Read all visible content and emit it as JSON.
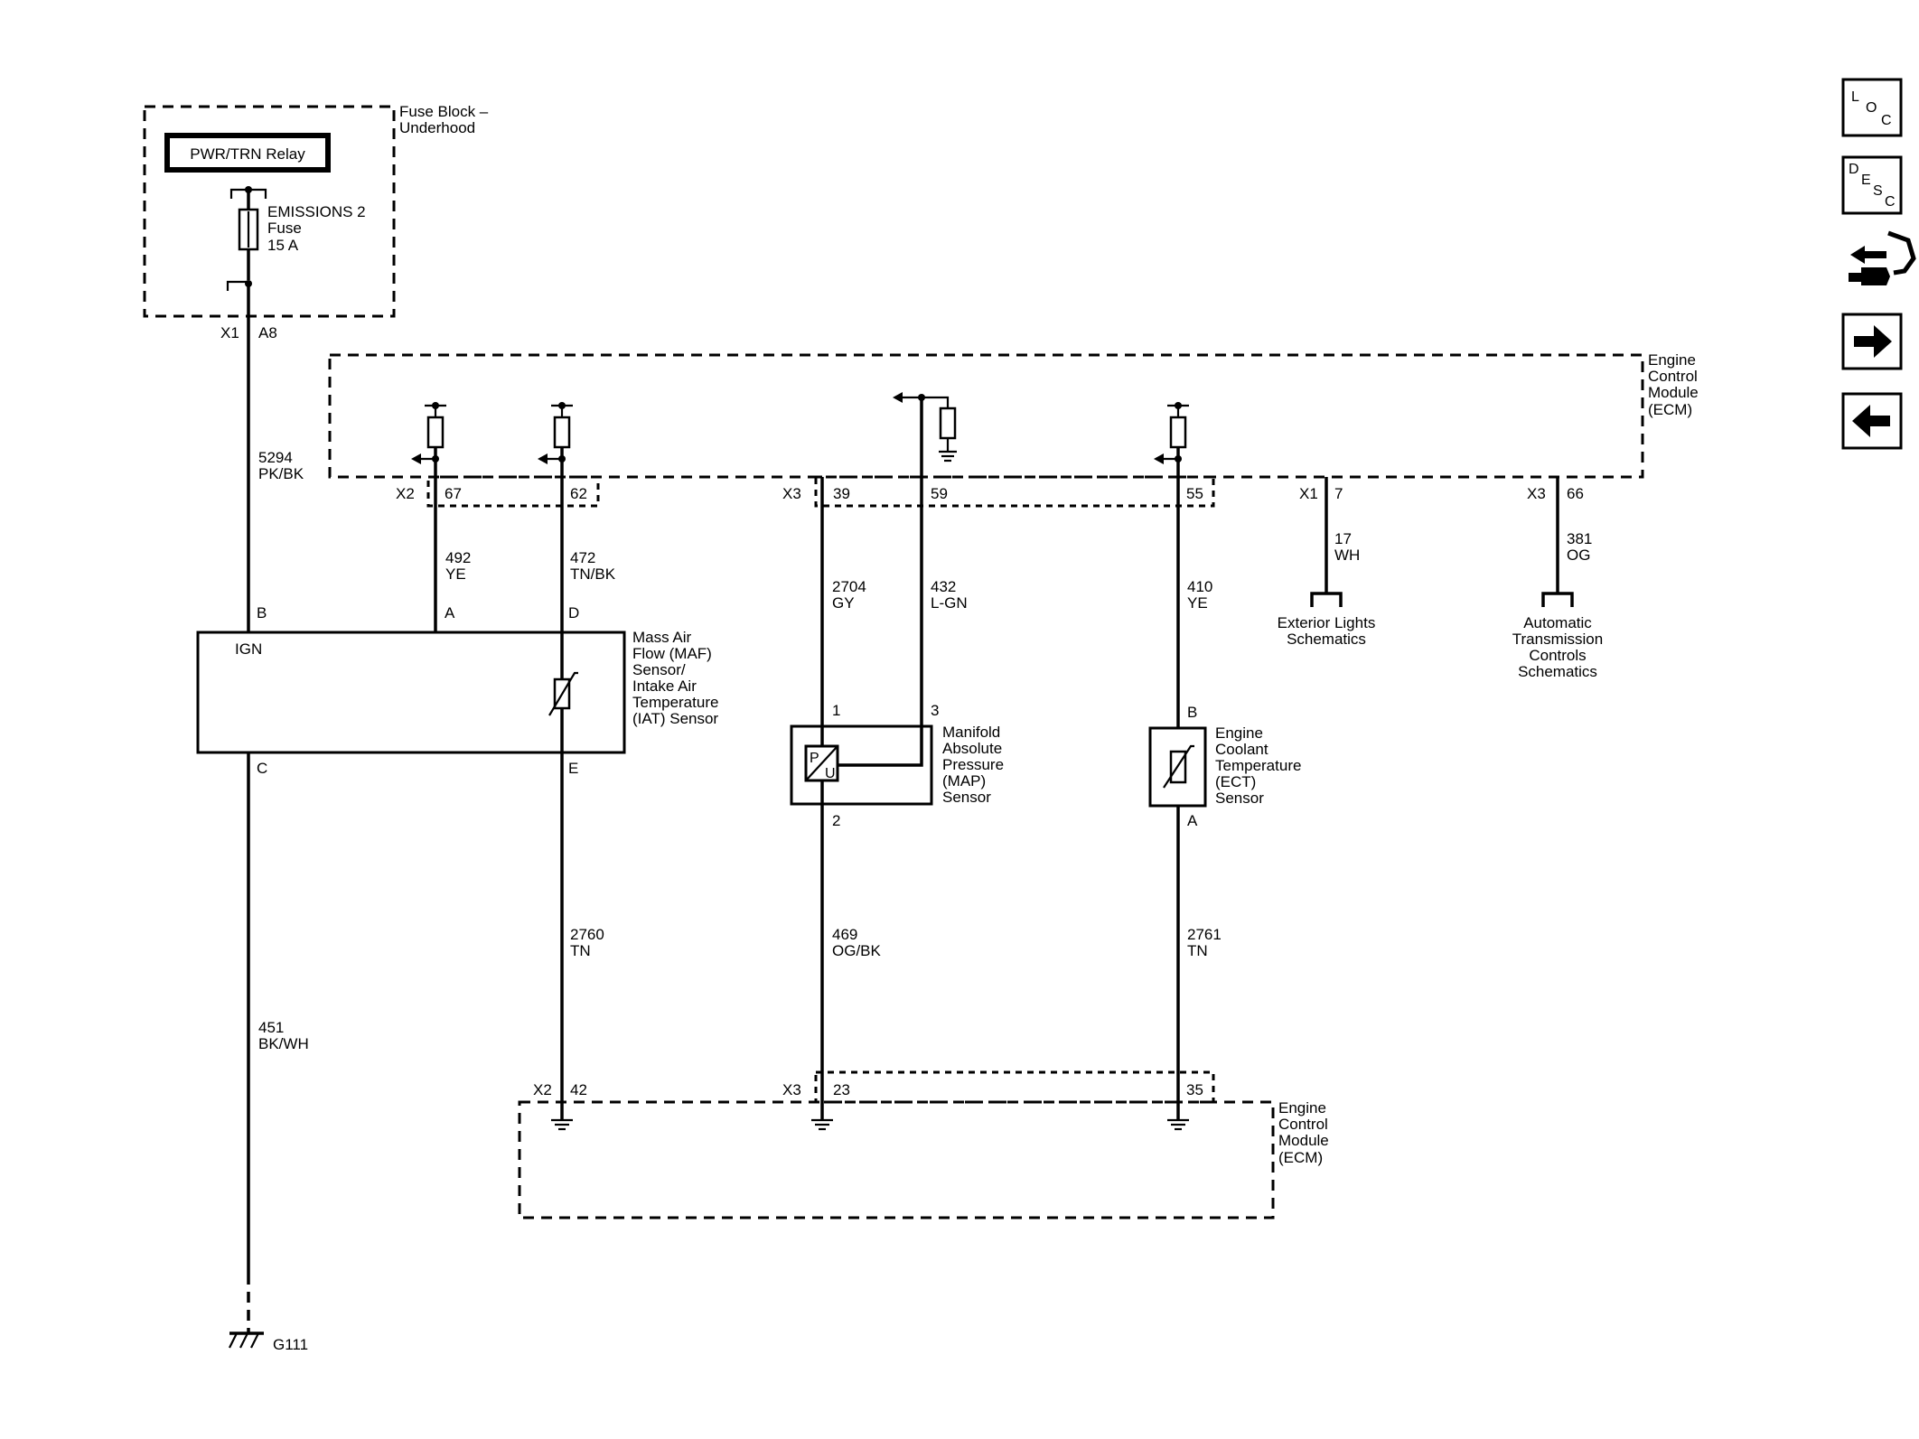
{
  "fuse_block": {
    "label": [
      "Fuse Block –",
      "Underhood"
    ],
    "relay": "PWR/TRN Relay",
    "fuse": [
      "EMISSIONS 2",
      "Fuse",
      "15 A"
    ],
    "conn": "X1",
    "pin": "A8"
  },
  "ecm_top": {
    "label": [
      "Engine",
      "Control",
      "Module",
      "(ECM)"
    ],
    "x2": "X2",
    "x2_pins": [
      "67",
      "62"
    ],
    "x3": "X3",
    "x3_pins": [
      "39",
      "59",
      "55"
    ],
    "x1": "X1",
    "x1_pin": "7",
    "x3b": "X3",
    "x3b_pin": "66"
  },
  "ecm_bottom": {
    "label": [
      "Engine",
      "Control",
      "Module",
      "(ECM)"
    ],
    "x2": "X2",
    "x2_pin": "42",
    "x3": "X3",
    "x3_pins": [
      "23",
      "35"
    ]
  },
  "wires": {
    "w5294": [
      "5294",
      "PK/BK"
    ],
    "w492": [
      "492",
      "YE"
    ],
    "w472": [
      "472",
      "TN/BK"
    ],
    "w2704": [
      "2704",
      "GY"
    ],
    "w432": [
      "432",
      "L-GN"
    ],
    "w410": [
      "410",
      "YE"
    ],
    "w17": [
      "17",
      "WH"
    ],
    "w381": [
      "381",
      "OG"
    ],
    "w2760": [
      "2760",
      "TN"
    ],
    "w469": [
      "469",
      "OG/BK"
    ],
    "w2761": [
      "2761",
      "TN"
    ],
    "w451": [
      "451",
      "BK/WH"
    ]
  },
  "maf": {
    "label": [
      "Mass Air",
      "Flow (MAF)",
      "Sensor/",
      "Intake Air",
      "Temperature",
      "(IAT) Sensor"
    ],
    "inner": "IGN",
    "pins": {
      "B": "B",
      "A": "A",
      "D": "D",
      "C": "C",
      "E": "E"
    }
  },
  "map": {
    "label": [
      "Manifold",
      "Absolute",
      "Pressure",
      "(MAP)",
      "Sensor"
    ],
    "pins": {
      "p1": "1",
      "p3": "3",
      "p2": "2"
    },
    "sym_p": "P",
    "sym_u": "U"
  },
  "ect": {
    "label": [
      "Engine",
      "Coolant",
      "Temperature",
      "(ECT)",
      "Sensor"
    ],
    "pins": {
      "B": "B",
      "A": "A"
    }
  },
  "refs": {
    "exterior": [
      "Exterior Lights",
      "Schematics"
    ],
    "trans": [
      "Automatic",
      "Transmission",
      "Controls",
      "Schematics"
    ]
  },
  "ground": "G111",
  "nav": {
    "loc": [
      "L",
      "O",
      "C"
    ],
    "desc": [
      "D",
      "E",
      "S",
      "C"
    ]
  }
}
